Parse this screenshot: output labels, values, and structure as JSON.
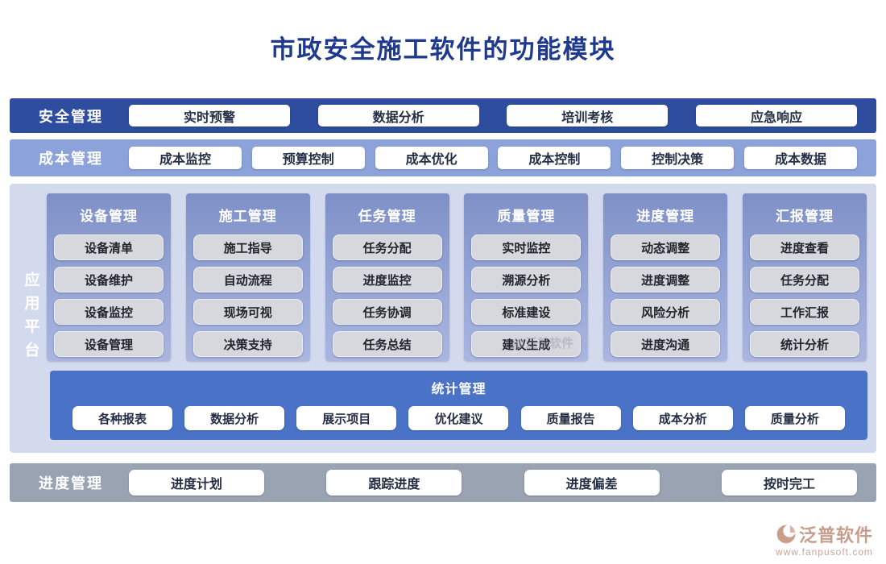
{
  "title": "市政安全施工软件的功能模块",
  "safety_row": {
    "label": "安全管理",
    "buttons": [
      "实时预警",
      "数据分析",
      "培训考核",
      "应急响应"
    ]
  },
  "cost_row": {
    "label": "成本管理",
    "buttons": [
      "成本监控",
      "预算控制",
      "成本优化",
      "成本控制",
      "控制决策",
      "成本数据"
    ]
  },
  "platform": {
    "label": "应用平台",
    "columns": [
      {
        "title": "设备管理",
        "items": [
          "设备清单",
          "设备维护",
          "设备监控",
          "设备管理"
        ]
      },
      {
        "title": "施工管理",
        "items": [
          "施工指导",
          "自动流程",
          "现场可视",
          "决策支持"
        ]
      },
      {
        "title": "任务管理",
        "items": [
          "任务分配",
          "进度监控",
          "任务协调",
          "任务总结"
        ]
      },
      {
        "title": "质量管理",
        "items": [
          "实时监控",
          "溯源分析",
          "标准建设",
          "建议生成"
        ]
      },
      {
        "title": "进度管理",
        "items": [
          "动态调整",
          "进度调整",
          "风险分析",
          "进度沟通"
        ]
      },
      {
        "title": "汇报管理",
        "items": [
          "进度查看",
          "任务分配",
          "工作汇报",
          "统计分析"
        ]
      }
    ],
    "stats": {
      "title": "统计管理",
      "buttons": [
        "各种报表",
        "数据分析",
        "展示项目",
        "优化建议",
        "质量报告",
        "成本分析",
        "质量分析"
      ]
    }
  },
  "progress_row": {
    "label": "进度管理",
    "buttons": [
      "进度计划",
      "跟踪进度",
      "进度偏差",
      "按时完工"
    ]
  },
  "watermark": {
    "brand": "泛普软件"
  },
  "footer": {
    "brand": "泛普软件",
    "url": "www.fanpusoft.com"
  },
  "colors": {
    "title_text": "#1f3a8c",
    "safety_bar": "#2e4d9e",
    "cost_bar": "#8ba3da",
    "platform_bg": "#d4daee",
    "column_panel": "#8b9cd2",
    "item_gray": "#d6d8de",
    "stats_bar": "#4a73c8",
    "progress_bar": "#99a3b2",
    "brand": "#c79d8d"
  }
}
